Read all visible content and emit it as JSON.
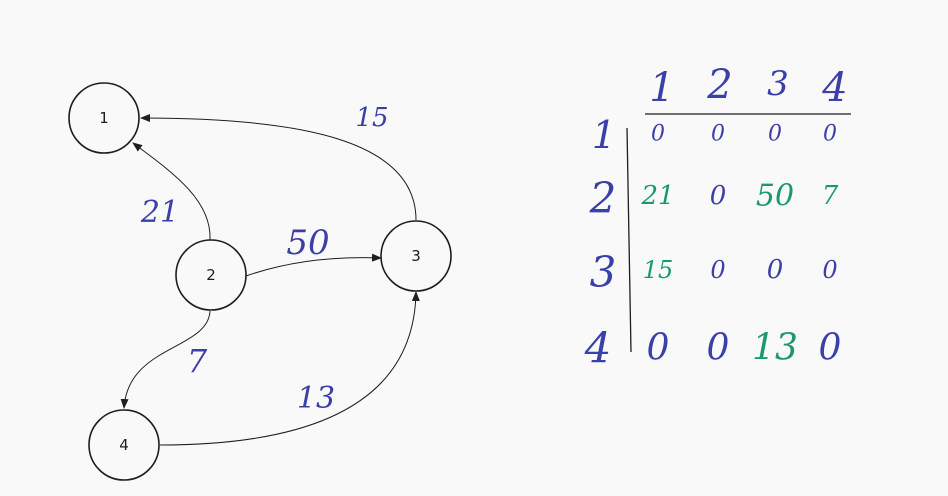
{
  "colors": {
    "ink": "#1e1e1e",
    "blue": "#3b3fa8",
    "green": "#1a9a6c",
    "background": "#f9f9f9"
  },
  "graph": {
    "nodes": [
      {
        "id": "1",
        "label": "1"
      },
      {
        "id": "2",
        "label": "2"
      },
      {
        "id": "3",
        "label": "3"
      },
      {
        "id": "4",
        "label": "4"
      }
    ],
    "edges": [
      {
        "from": "2",
        "to": "1",
        "weight": "21"
      },
      {
        "from": "3",
        "to": "1",
        "weight": "15"
      },
      {
        "from": "2",
        "to": "3",
        "weight": "50"
      },
      {
        "from": "2",
        "to": "4",
        "weight": "7"
      },
      {
        "from": "4",
        "to": "3",
        "weight": "13"
      }
    ]
  },
  "matrix": {
    "col_headers": [
      "1",
      "2",
      "3",
      "4"
    ],
    "row_headers": [
      "1",
      "2",
      "3",
      "4"
    ],
    "rows": [
      [
        {
          "v": "0",
          "c": "blue"
        },
        {
          "v": "0",
          "c": "blue"
        },
        {
          "v": "0",
          "c": "blue"
        },
        {
          "v": "0",
          "c": "blue"
        }
      ],
      [
        {
          "v": "21",
          "c": "green"
        },
        {
          "v": "0",
          "c": "blue"
        },
        {
          "v": "50",
          "c": "green"
        },
        {
          "v": "7",
          "c": "green"
        }
      ],
      [
        {
          "v": "15",
          "c": "green"
        },
        {
          "v": "0",
          "c": "blue"
        },
        {
          "v": "0",
          "c": "blue"
        },
        {
          "v": "0",
          "c": "blue"
        }
      ],
      [
        {
          "v": "0",
          "c": "blue"
        },
        {
          "v": "0",
          "c": "blue"
        },
        {
          "v": "13",
          "c": "green"
        },
        {
          "v": "0",
          "c": "blue"
        }
      ]
    ]
  }
}
